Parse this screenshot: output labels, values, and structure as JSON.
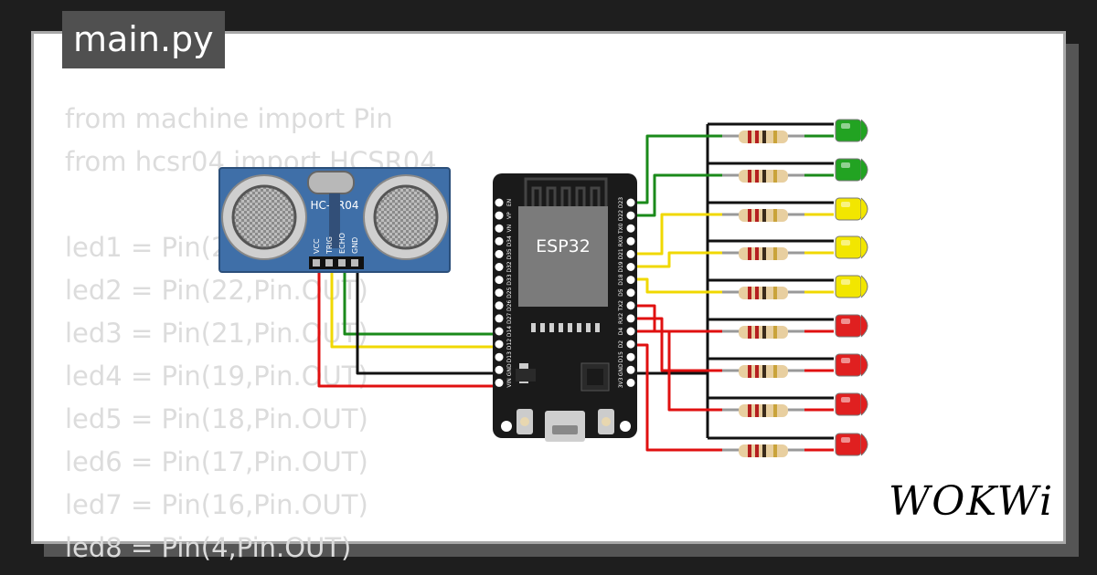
{
  "editor": {
    "file_tab": "main.py",
    "code_lines": [
      "from machine import Pin",
      "from hcsr04 import HCSR04",
      "",
      "led1 = Pin(23,Pin.OUT)",
      "led2 = Pin(22,Pin.OUT)",
      "led3 = Pin(21,Pin.OUT)",
      "led4 = Pin(19,Pin.OUT)",
      "led5 = Pin(18,Pin.OUT)",
      "led6 = Pin(17,Pin.OUT)",
      "led7 = Pin(16,Pin.OUT)",
      "led8 = Pin(4,Pin.OUT)"
    ]
  },
  "sensor": {
    "label": "HC-SR04",
    "pins": [
      "VCC",
      "TRIG",
      "ECHO",
      "GND"
    ]
  },
  "board": {
    "label": "ESP32",
    "left_pins": [
      "EN",
      "VP",
      "VN",
      "D34",
      "D35",
      "D32",
      "D33",
      "D25",
      "D26",
      "D27",
      "D14",
      "D12",
      "D13",
      "GND",
      "VIN"
    ],
    "right_pins": [
      "D23",
      "D22",
      "TX0",
      "RX0",
      "D21",
      "D19",
      "D18",
      "D5",
      "TX2",
      "RX2",
      "D4",
      "D2",
      "D15",
      "GND",
      "3V3"
    ]
  },
  "leds": {
    "colors": [
      "#22a322",
      "#22a322",
      "#f2e600",
      "#f2e600",
      "#f2e600",
      "#e02020",
      "#e02020",
      "#e02020",
      "#e02020"
    ]
  },
  "wire_colors": {
    "green": "#1a8a1a",
    "yellow": "#f0d800",
    "red": "#e01010",
    "black": "#111111"
  },
  "branding": {
    "logo_text": "WOKWi"
  }
}
